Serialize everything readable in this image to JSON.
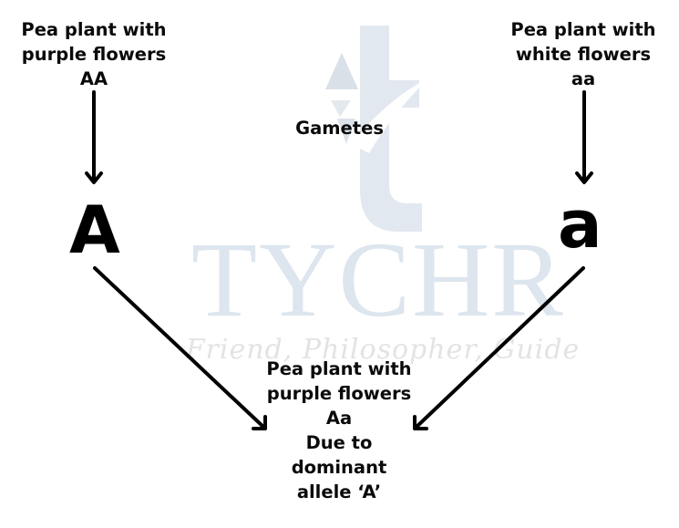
{
  "watermark": {
    "brand": "TYCHR",
    "tagline": "Friend, Philosopher, Guide",
    "logo_icon": "tychr-logo-icon",
    "color": "#dde5ee"
  },
  "parents": {
    "left": {
      "line1": "Pea plant with",
      "line2": "purple flowers",
      "genotype": "AA"
    },
    "right": {
      "line1": "Pea plant with",
      "line2": "white flowers",
      "genotype": "aa"
    }
  },
  "gametes": {
    "label": "Gametes",
    "left_allele": "A",
    "right_allele": "a"
  },
  "offspring": {
    "line1": "Pea plant with",
    "line2": "purple flowers",
    "genotype": "Aa",
    "line4": "Due to",
    "line5": "dominant",
    "line6": "allele ‘A’"
  },
  "colors": {
    "text": "#0a0a0a",
    "arrow": "#000000",
    "background": "#ffffff"
  }
}
